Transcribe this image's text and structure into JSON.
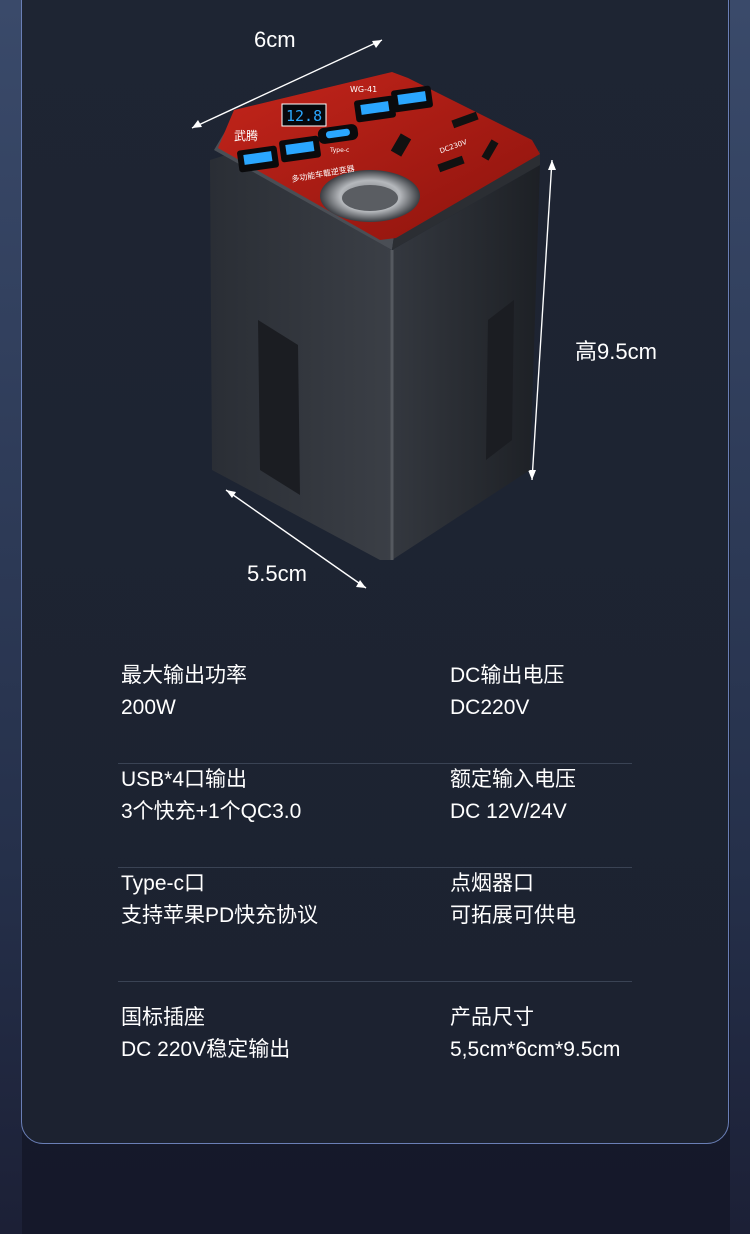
{
  "dimensions": {
    "width_label": "6cm",
    "height_label": "高9.5cm",
    "depth_label": "5.5cm"
  },
  "device": {
    "display_reading": "12.8",
    "brand_text": "武腾",
    "model_text": "WG-41",
    "port_label": "Type-c",
    "voltage_text": "DC230V",
    "cn_text": "多功能车载逆变器"
  },
  "specs": [
    {
      "left": {
        "label": "最大输出功率",
        "value": "200W"
      },
      "right": {
        "label": "DC输出电压",
        "value": "DC220V"
      }
    },
    {
      "left": {
        "label": "USB*4口输出",
        "value": "3个快充+1个QC3.0"
      },
      "right": {
        "label": "额定输入电压",
        "value": "DC 12V/24V"
      }
    },
    {
      "left": {
        "label": "Type-c口",
        "value": "支持苹果PD快充协议"
      },
      "right": {
        "label": "点烟器口",
        "value": "可拓展可供电"
      }
    },
    {
      "left": {
        "label": "国标插座",
        "value": "DC 220V稳定输出"
      },
      "right": {
        "label": "产品尺寸",
        "value": "5,5cm*6cm*9.5cm"
      }
    }
  ],
  "colors": {
    "background": "#1c2230",
    "panel_border": "#6a7fb6",
    "accent_red": "#d42a1f",
    "display_blue": "#2aa7ff",
    "divider": "#3a4354"
  }
}
